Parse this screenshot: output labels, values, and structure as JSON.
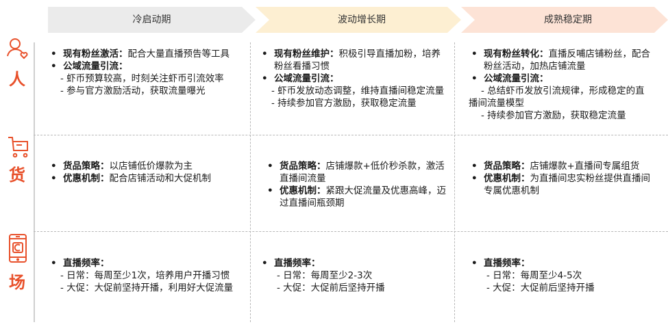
{
  "stages": [
    {
      "label": "冷启动期",
      "color": "#ebebeb"
    },
    {
      "label": "波动增长期",
      "color": "#fdefd2"
    },
    {
      "label": "成熟稳定期",
      "color": "#fde3d6"
    }
  ],
  "accent_color": "#e8502a",
  "rows": [
    {
      "char": "人",
      "icon": "person-heart-icon",
      "cells": [
        {
          "items": [
            {
              "label": "现有粉丝激活：",
              "text": "配合大量直播预告等工具"
            },
            {
              "label": "公域流量引流：",
              "subs": [
                "- 虾币预算较高，时刻关注虾币引流效率",
                "- 参与官方激励活动，获取流量曝光"
              ]
            }
          ]
        },
        {
          "items": [
            {
              "label": "现有粉丝维护：",
              "text": "积极引导直播加粉，培养粉丝看播习惯"
            },
            {
              "label": "公域流量引流：",
              "subs": [
                "- 虾币发放动态调整，维持直播间稳定流量",
                "- 持续参加官方激励，获取稳定流量"
              ]
            }
          ]
        },
        {
          "items": [
            {
              "label": "现有粉丝转化：",
              "text": "直播反哺店铺粉丝，配合粉丝活动，加热店铺流量"
            },
            {
              "label": "公域流量引流：",
              "subs": [
                "- 总结虾币发放引流规律，形成稳定的直播间流量模型",
                "- 持续参加官方激励，获取稳定流量"
              ]
            }
          ]
        }
      ]
    },
    {
      "char": "货",
      "icon": "shopping-cart-icon",
      "cells": [
        {
          "items": [
            {
              "label": "货品策略：",
              "text": "以店铺低价爆款为主"
            },
            {
              "label": "优惠机制：",
              "text": "配合店铺活动和大促机制"
            }
          ]
        },
        {
          "items": [
            {
              "label": "货品策略：",
              "text": "店铺爆款+低价秒杀款，激活直播间流量"
            },
            {
              "label": "优惠机制：",
              "text": "紧跟大促流量及优惠高峰，迈过直播间瓶颈期"
            }
          ]
        },
        {
          "items": [
            {
              "label": "货品策略：",
              "text": "店铺爆款+直播间专属组货"
            },
            {
              "label": "优惠机制：",
              "text": "为直播间忠实粉丝提供直播间专属优惠机制"
            }
          ]
        }
      ]
    },
    {
      "char": "场",
      "icon": "mobile-live-icon",
      "cells": [
        {
          "items": [
            {
              "label": "直播频率：",
              "subs": [
                "- 日常：每周至少1次，培养用户开播习惯",
                "- 大促：大促前坚持开播，利用好大促流量"
              ]
            }
          ]
        },
        {
          "items": [
            {
              "label": "直播频率：",
              "subs": [
                "- 日常：每周至少2-3次",
                "- 大促：大促前后坚持开播"
              ]
            }
          ]
        },
        {
          "items": [
            {
              "label": "直播频率：",
              "subs": [
                "- 日常：每周至少4-5次",
                "- 大促：大促前后坚持开播"
              ]
            }
          ]
        }
      ]
    }
  ]
}
